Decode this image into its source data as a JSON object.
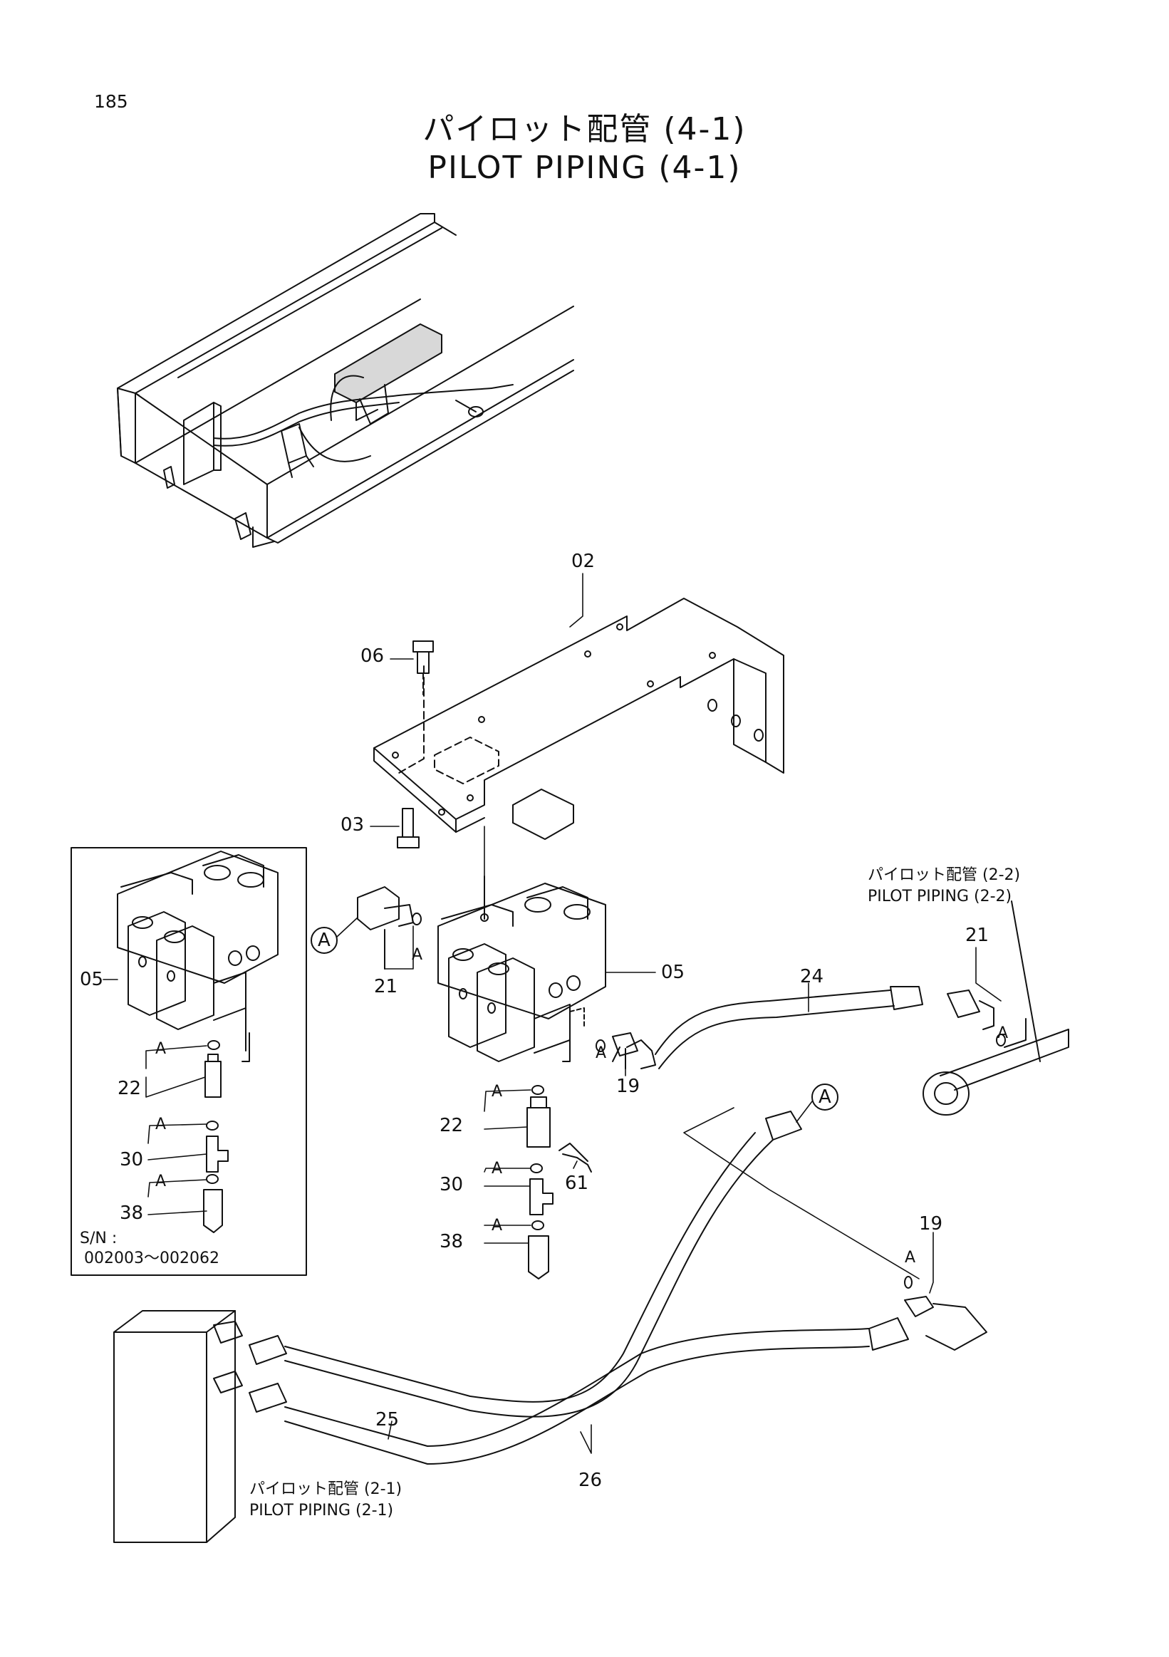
{
  "page_number": "185",
  "title": {
    "japanese": "パイロット配管 (4-1)",
    "english": "PILOT PIPING (4-1)"
  },
  "callouts": {
    "part_02": "02",
    "part_06": "06",
    "part_03": "03",
    "part_05_left": "05",
    "part_05_right": "05",
    "part_21_center": "21",
    "part_21_right": "21",
    "part_24": "24",
    "part_22_left": "22",
    "part_22_center": "22",
    "part_30_left": "30",
    "part_30_center": "30",
    "part_38_left": "38",
    "part_38_center": "38",
    "part_19_center": "19",
    "part_19_right": "19",
    "part_61": "61",
    "part_25": "25",
    "part_26": "26"
  },
  "seal_markers": {
    "a1": "A",
    "a2": "A",
    "a3": "A",
    "a4": "A",
    "a5": "A",
    "a6": "A",
    "a7": "A",
    "a8": "A",
    "a9": "A",
    "a10": "A",
    "a11": "A",
    "a12": "A"
  },
  "connection_markers": {
    "circle_left": "A",
    "circle_right": "A"
  },
  "references": {
    "pilot_2_2_jp": "パイロット配管 (2-2)",
    "pilot_2_2_en": "PILOT PIPING (2-2)",
    "pilot_2_1_jp": "パイロット配管 (2-1)",
    "pilot_2_1_en": "PILOT PIPING (2-1)"
  },
  "serial_note": {
    "label": "S/N :",
    "range": "002003～002062"
  }
}
